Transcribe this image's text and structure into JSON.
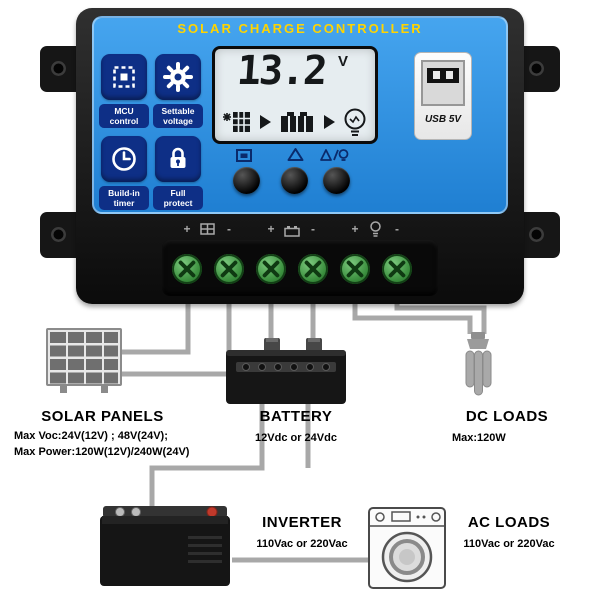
{
  "device": {
    "title": "SOLAR CHARGE CONTROLLER",
    "features": [
      {
        "icon": "chip-icon",
        "line1": "MCU",
        "line2": "control"
      },
      {
        "icon": "gear-icon",
        "line1": "Settable",
        "line2": "voltage"
      },
      {
        "icon": "clock-icon",
        "line1": "Build-in",
        "line2": "timer"
      },
      {
        "icon": "lock-icon",
        "line1": "Full",
        "line2": "protect"
      }
    ],
    "lcd": {
      "reading": "13.2",
      "unit": "V",
      "flow_icons": [
        "solar-panel-icon",
        "arrow-right-icon",
        "battery-icon",
        "arrow-right-icon",
        "lamp-icon"
      ]
    },
    "indicator_icons": [
      "display-icon",
      "up-triangle-icon",
      "triangle-lamp-icon"
    ],
    "usb": {
      "label": "USB 5V"
    },
    "terminals": {
      "polarity": [
        "+",
        "-",
        "+",
        "-",
        "+",
        "-"
      ],
      "groups": [
        "pv",
        "battery",
        "load"
      ]
    }
  },
  "diagram": {
    "solar_panels": {
      "title": "SOLAR PANELS",
      "line1": "Max Voc:24V(12V) ; 48V(24V);",
      "line2": "Max Power:120W(12V)/240W(24V)"
    },
    "battery": {
      "title": "BATTERY",
      "line1": "12Vdc or 24Vdc"
    },
    "dc_loads": {
      "title": "DC LOADS",
      "line1": "Max:120W"
    },
    "inverter": {
      "title": "INVERTER",
      "line1": "110Vac or 220Vac"
    },
    "ac_loads": {
      "title": "AC LOADS",
      "line1": "110Vac or 220Vac"
    }
  },
  "colors": {
    "panel_blue": "#2e93e8",
    "title_yellow": "#ffd400",
    "tile_navy": "#0e2f86",
    "terminal_green": "#3f9f43",
    "wire_gray": "#a8a8a8"
  }
}
